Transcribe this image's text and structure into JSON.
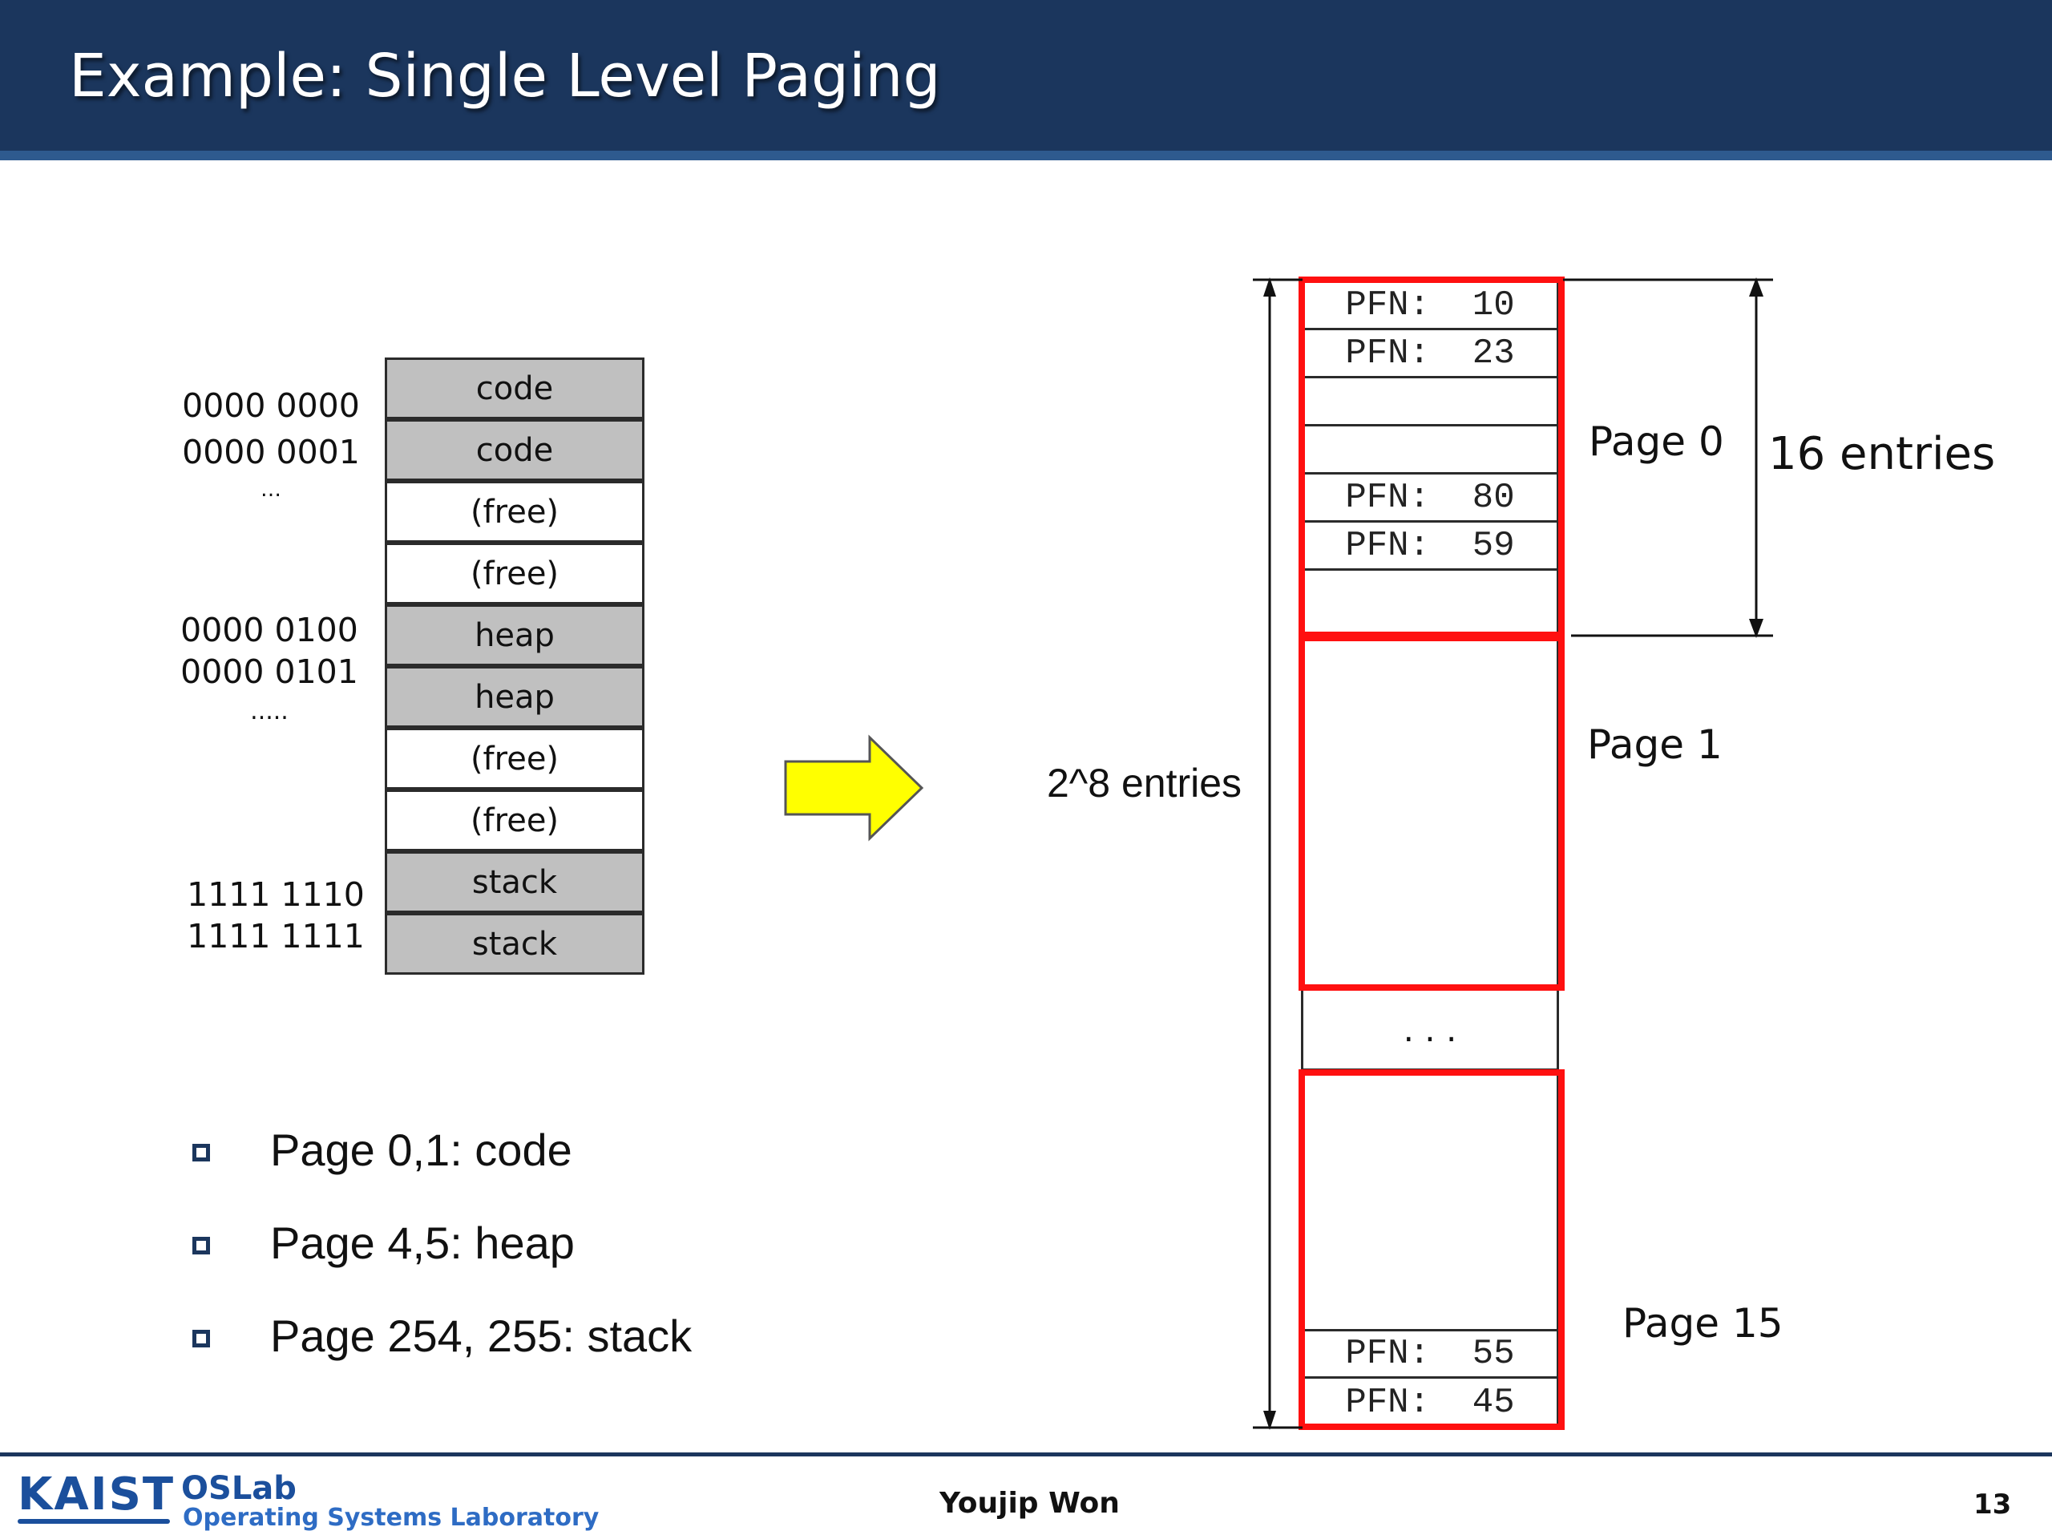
{
  "title": "Example: Single Level Paging",
  "address_space": {
    "rows": [
      "code",
      "code",
      "(free)",
      "(free)",
      "heap",
      "heap",
      "(free)",
      "(free)",
      "stack",
      "stack"
    ],
    "addresses": [
      "0000 0000",
      "0000 0001",
      "…",
      "0000 0100",
      "0000 0101",
      ".....",
      "1111 1110",
      "1111 1111"
    ]
  },
  "bullets": [
    "Page 0,1: code",
    "Page 4,5: heap",
    "Page 254, 255: stack"
  ],
  "page_table": {
    "page0_entries": [
      "PFN:  10",
      "PFN:  23",
      "",
      "",
      "PFN:  80",
      "PFN:  59",
      ""
    ],
    "ellipsis": ". . .",
    "page15_entries": [
      "PFN:  55",
      "PFN:  45"
    ],
    "label_total": "2^8 entries",
    "label_page0": "Page 0",
    "label_page1": "Page 1",
    "label_page15": "Page 15",
    "label_16": "16 entries"
  },
  "colors": {
    "header": "#1b365d",
    "highlight": "#ff1010",
    "arrow": "#ffff00",
    "used_block": "#c0c0c0"
  },
  "footer": {
    "logo_kaist": "KAIST",
    "logo_oslab": "OSLab",
    "logo_oslab_sub": "Operating Systems Laboratory",
    "author": "Youjip Won",
    "page_number": "13"
  }
}
